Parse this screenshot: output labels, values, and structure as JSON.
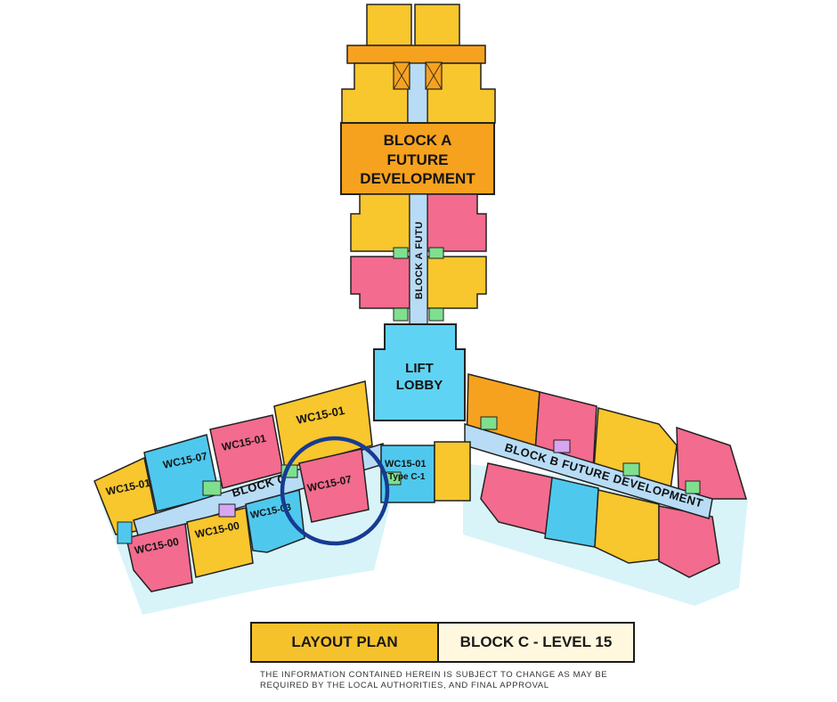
{
  "colors": {
    "yellow": "#f8c62d",
    "orange": "#f7a21e",
    "pink": "#f36b8e",
    "blue": "#4fc8ee",
    "corridor": "#b8dcf5",
    "lift_lobby": "#5fd3f3",
    "highlight_circle": "#163b91"
  },
  "block_a": {
    "title_line1": "BLOCK A",
    "title_line2": "FUTURE",
    "title_line3": "DEVELOPMENT",
    "corridor_label": "BLOCK A FUTU"
  },
  "lift_lobby": {
    "line1": "LIFT",
    "line2": "LOBBY"
  },
  "block_b": {
    "corridor_label": "BLOCK B FUTURE DEVELOPMENT"
  },
  "block_c": {
    "corridor_label": "BLOCK C",
    "units": {
      "u1": "WC15-01",
      "u2": "WC15-07",
      "u3": "WC15-01",
      "u4": "WC15-01",
      "u5": "WC15-07",
      "u6": "WC15-00",
      "u7": "WC15-00",
      "u8": "WC15-03",
      "u9": "WC15-01",
      "u9_sub": "Type C-1"
    }
  },
  "footer": {
    "layout_plan": "LAYOUT PLAN",
    "block_level": "BLOCK C - LEVEL 15",
    "disclaimer_line1": "THE INFORMATION CONTAINED HEREIN IS SUBJECT TO CHANGE AS MAY BE",
    "disclaimer_line2": "REQUIRED BY THE LOCAL AUTHORITIES, AND FINAL APPROVAL"
  }
}
